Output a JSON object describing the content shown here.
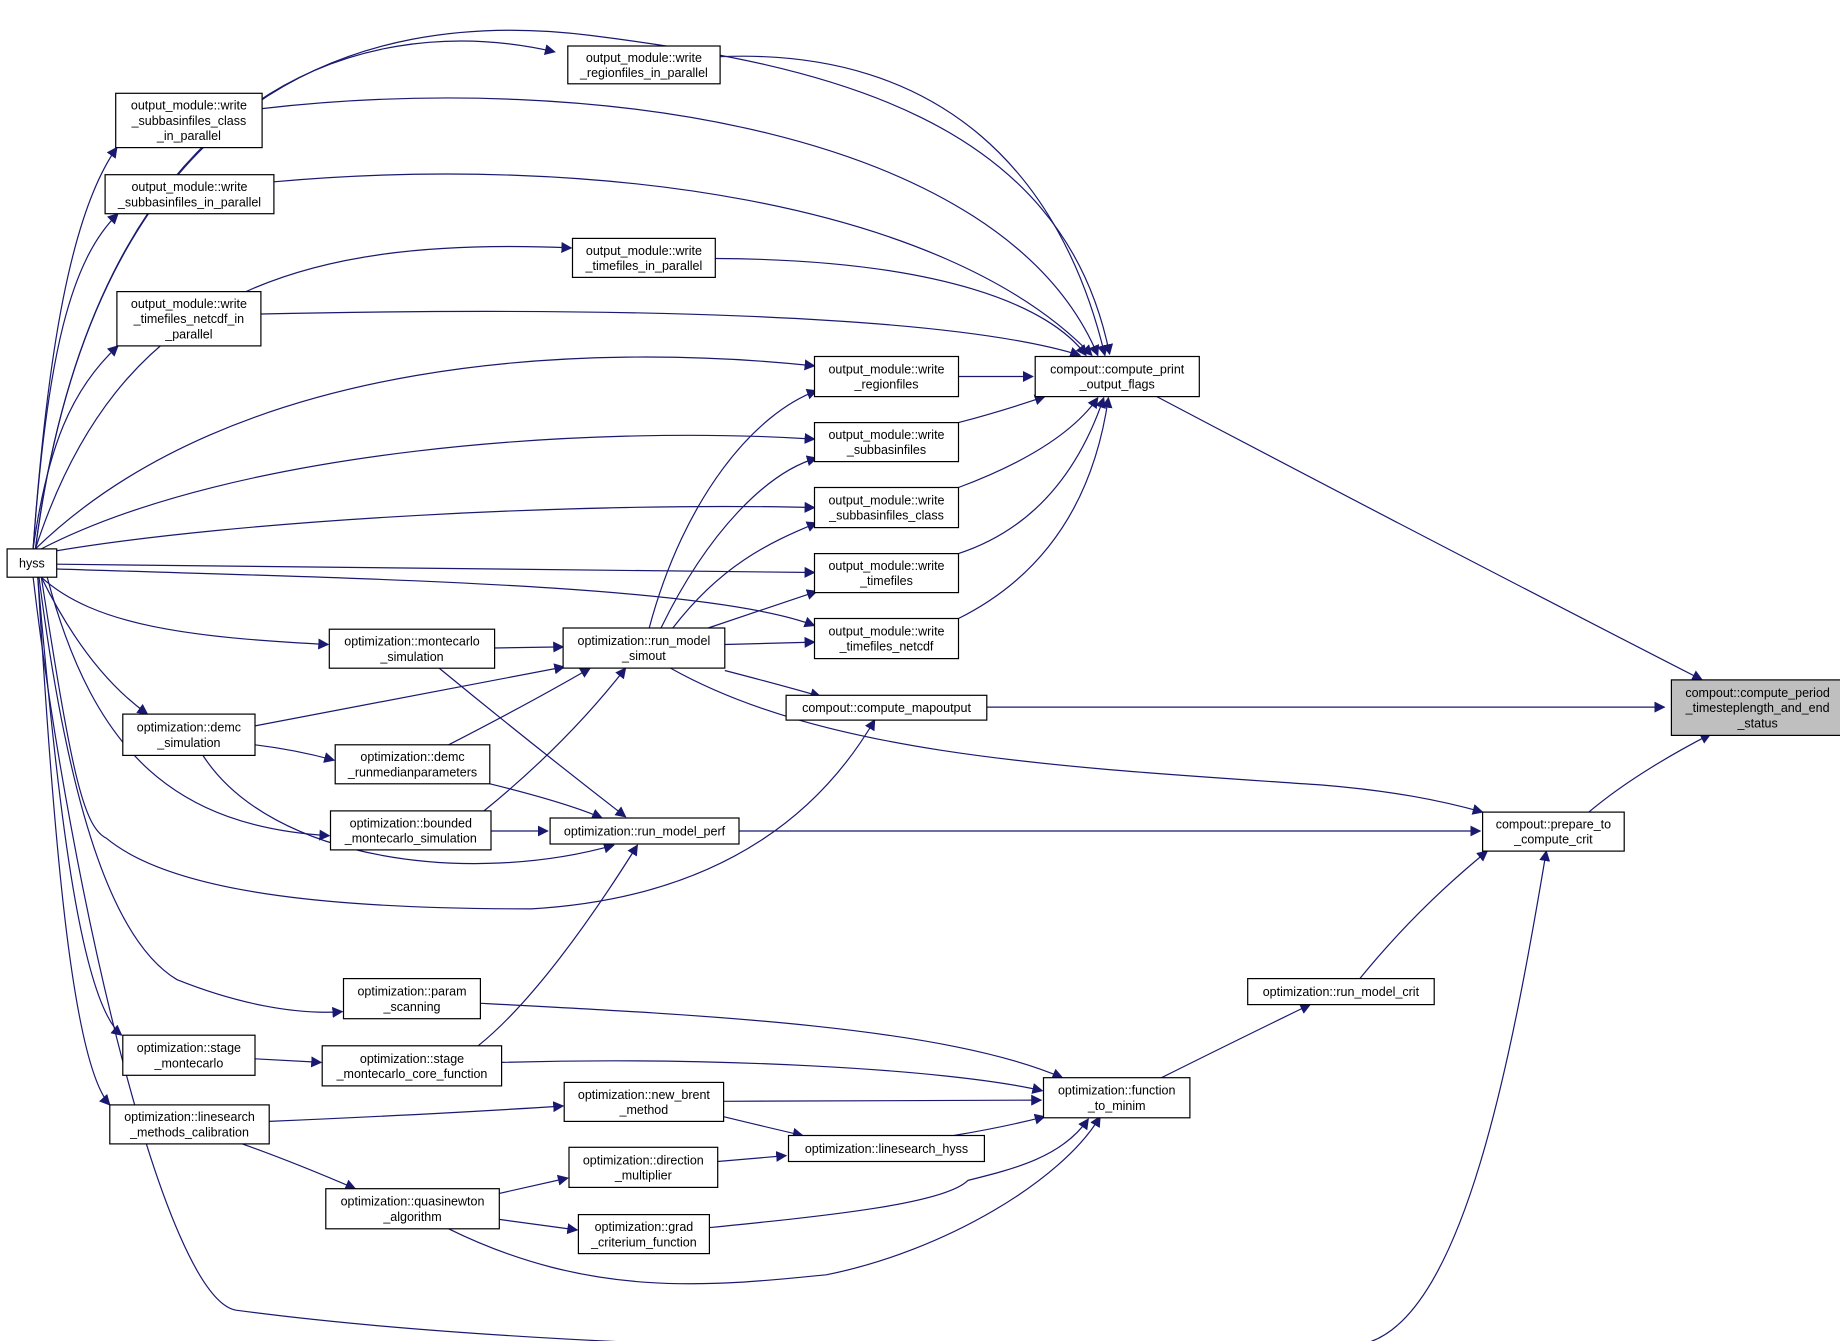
{
  "graph": {
    "edge_color": "#191970",
    "node_border_color": "#000000",
    "focus_node_fill": "#bfbfbf",
    "nodes": [
      {
        "id": "hyss",
        "lines": [
          "hyss"
        ]
      },
      {
        "id": "wr_regpar",
        "lines": [
          "output_module::write",
          "_regionfiles_in_parallel"
        ]
      },
      {
        "id": "wr_subclass_par",
        "lines": [
          "output_module::write",
          "_subbasinfiles_class",
          "_in_parallel"
        ]
      },
      {
        "id": "wr_sub_par",
        "lines": [
          "output_module::write",
          "_subbasinfiles_in_parallel"
        ]
      },
      {
        "id": "wr_time_par",
        "lines": [
          "output_module::write",
          "_timefiles_in_parallel"
        ]
      },
      {
        "id": "wr_netcdf_par",
        "lines": [
          "output_module::write",
          "_timefiles_netcdf_in",
          "_parallel"
        ]
      },
      {
        "id": "wr_region",
        "lines": [
          "output_module::write",
          "_regionfiles"
        ]
      },
      {
        "id": "wr_sub",
        "lines": [
          "output_module::write",
          "_subbasinfiles"
        ]
      },
      {
        "id": "wr_subclass",
        "lines": [
          "output_module::write",
          "_subbasinfiles_class"
        ]
      },
      {
        "id": "wr_time",
        "lines": [
          "output_module::write",
          "_timefiles"
        ]
      },
      {
        "id": "wr_netcdf",
        "lines": [
          "output_module::write",
          "_timefiles_netcdf"
        ]
      },
      {
        "id": "cpof",
        "lines": [
          "compout::compute_print",
          "_output_flags"
        ]
      },
      {
        "id": "target",
        "lines": [
          "compout::compute_period",
          "_timesteplength_and_end",
          "_status"
        ],
        "focus": true
      },
      {
        "id": "mc_sim",
        "lines": [
          "optimization::montecarlo",
          "_simulation"
        ]
      },
      {
        "id": "simout",
        "lines": [
          "optimization::run_model",
          "_simout"
        ]
      },
      {
        "id": "mapout",
        "lines": [
          "compout::compute_mapoutput"
        ]
      },
      {
        "id": "demc_sim",
        "lines": [
          "optimization::demc",
          "_simulation"
        ]
      },
      {
        "id": "demc_run",
        "lines": [
          "optimization::demc",
          "_runmedianparameters"
        ]
      },
      {
        "id": "bmc_sim",
        "lines": [
          "optimization::bounded",
          "_montecarlo_simulation"
        ]
      },
      {
        "id": "perf",
        "lines": [
          "optimization::run_model_perf"
        ]
      },
      {
        "id": "prep",
        "lines": [
          "compout::prepare_to",
          "_compute_crit"
        ]
      },
      {
        "id": "crit",
        "lines": [
          "optimization::run_model_crit"
        ]
      },
      {
        "id": "param",
        "lines": [
          "optimization::param",
          "_scanning"
        ]
      },
      {
        "id": "stage_mc",
        "lines": [
          "optimization::stage",
          "_montecarlo"
        ]
      },
      {
        "id": "stage_core",
        "lines": [
          "optimization::stage",
          "_montecarlo_core_function"
        ]
      },
      {
        "id": "ftm",
        "lines": [
          "optimization::function",
          "_to_minim"
        ]
      },
      {
        "id": "brent",
        "lines": [
          "optimization::new_brent",
          "_method"
        ]
      },
      {
        "id": "lscal",
        "lines": [
          "optimization::linesearch",
          "_methods_calibration"
        ]
      },
      {
        "id": "lshyss",
        "lines": [
          "optimization::linesearch_hyss"
        ]
      },
      {
        "id": "dirmul",
        "lines": [
          "optimization::direction",
          "_multiplier"
        ]
      },
      {
        "id": "qn",
        "lines": [
          "optimization::quasinewton",
          "_algorithm"
        ]
      },
      {
        "id": "grad",
        "lines": [
          "optimization::grad",
          "_criterium_function"
        ]
      }
    ]
  }
}
